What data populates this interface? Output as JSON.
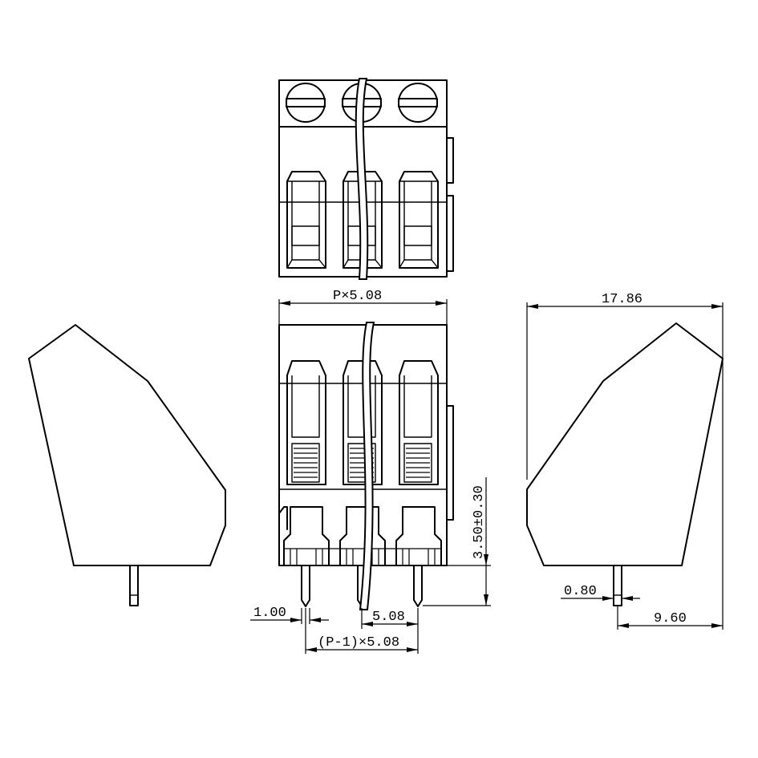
{
  "dimensions": {
    "width_label": "P×5.08",
    "length_label": "17.86",
    "height_label": "3.50±0.30",
    "pin_width_label": "1.00",
    "pitch_label": "5.08",
    "span_label": "(P-1)×5.08",
    "pin_thickness_label": "0.80",
    "pin_offset_label": "9.60"
  }
}
